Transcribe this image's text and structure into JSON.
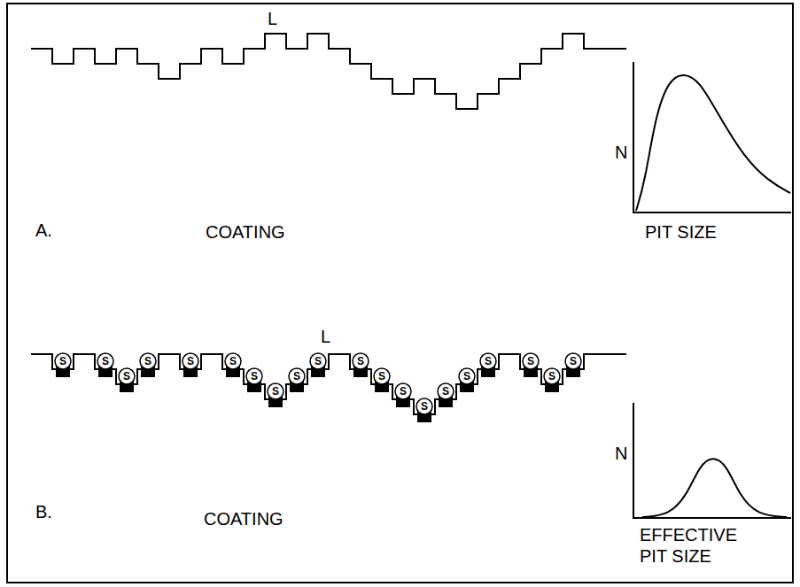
{
  "diagram": {
    "nodes": [
      {
        "text": [
          "S"
        ]
      },
      {
        "text": [
          "S"
        ]
      },
      {
        "text": [
          "S"
        ]
      },
      {
        "text": [
          "S"
        ]
      },
      {
        "text": [
          "S"
        ]
      },
      {
        "text": [
          "S"
        ]
      },
      {
        "text": [
          "S"
        ]
      },
      {
        "text": [
          "S"
        ]
      },
      {
        "text": [
          "S"
        ]
      },
      {
        "text": [
          "S"
        ]
      },
      {
        "text": [
          "S"
        ]
      },
      {
        "text": [
          "S"
        ]
      },
      {
        "text": [
          "S"
        ]
      },
      {
        "text": [
          "S"
        ]
      },
      {
        "text": [
          "S"
        ]
      },
      {
        "text": [
          "S"
        ]
      },
      {
        "text": [
          "S"
        ]
      },
      {
        "text": [
          "S"
        ]
      },
      {
        "text": [
          "S"
        ]
      },
      {
        "text": [
          "S"
        ]
      }
    ],
    "labels": [
      "L",
      "A.",
      "COATING",
      "N",
      "PIT SIZE",
      "L",
      "B.",
      "COATING",
      "N",
      "EFFECTIVE PIT SIZE"
    ]
  }
}
